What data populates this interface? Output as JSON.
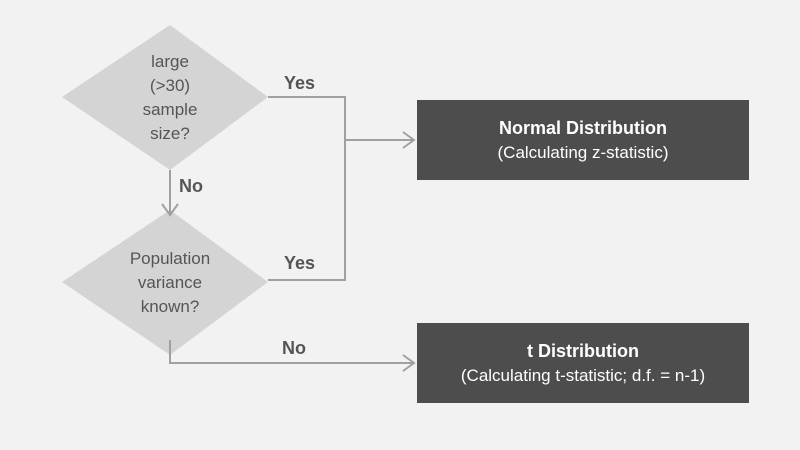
{
  "diagram": {
    "decisions": [
      {
        "id": "sample-size",
        "lines": [
          "large",
          "(>30)",
          "sample",
          "size?"
        ]
      },
      {
        "id": "variance",
        "lines": [
          "Population",
          "variance",
          "known?"
        ]
      }
    ],
    "edge_labels": {
      "q1_yes": "Yes",
      "q1_no": "No",
      "q2_yes": "Yes",
      "q2_no": "No"
    },
    "results": [
      {
        "id": "normal",
        "title": "Normal Distribution",
        "subtitle": "(Calculating z-statistic)"
      },
      {
        "id": "t",
        "title": "t Distribution",
        "subtitle": "(Calculating t-statistic; d.f. = n-1)"
      }
    ],
    "colors": {
      "background": "#f2f2f2",
      "diamond": "#d4d4d4",
      "box": "#4d4d4d",
      "line": "#a0a0a0",
      "text": "#555555",
      "box_text": "#ffffff"
    }
  }
}
